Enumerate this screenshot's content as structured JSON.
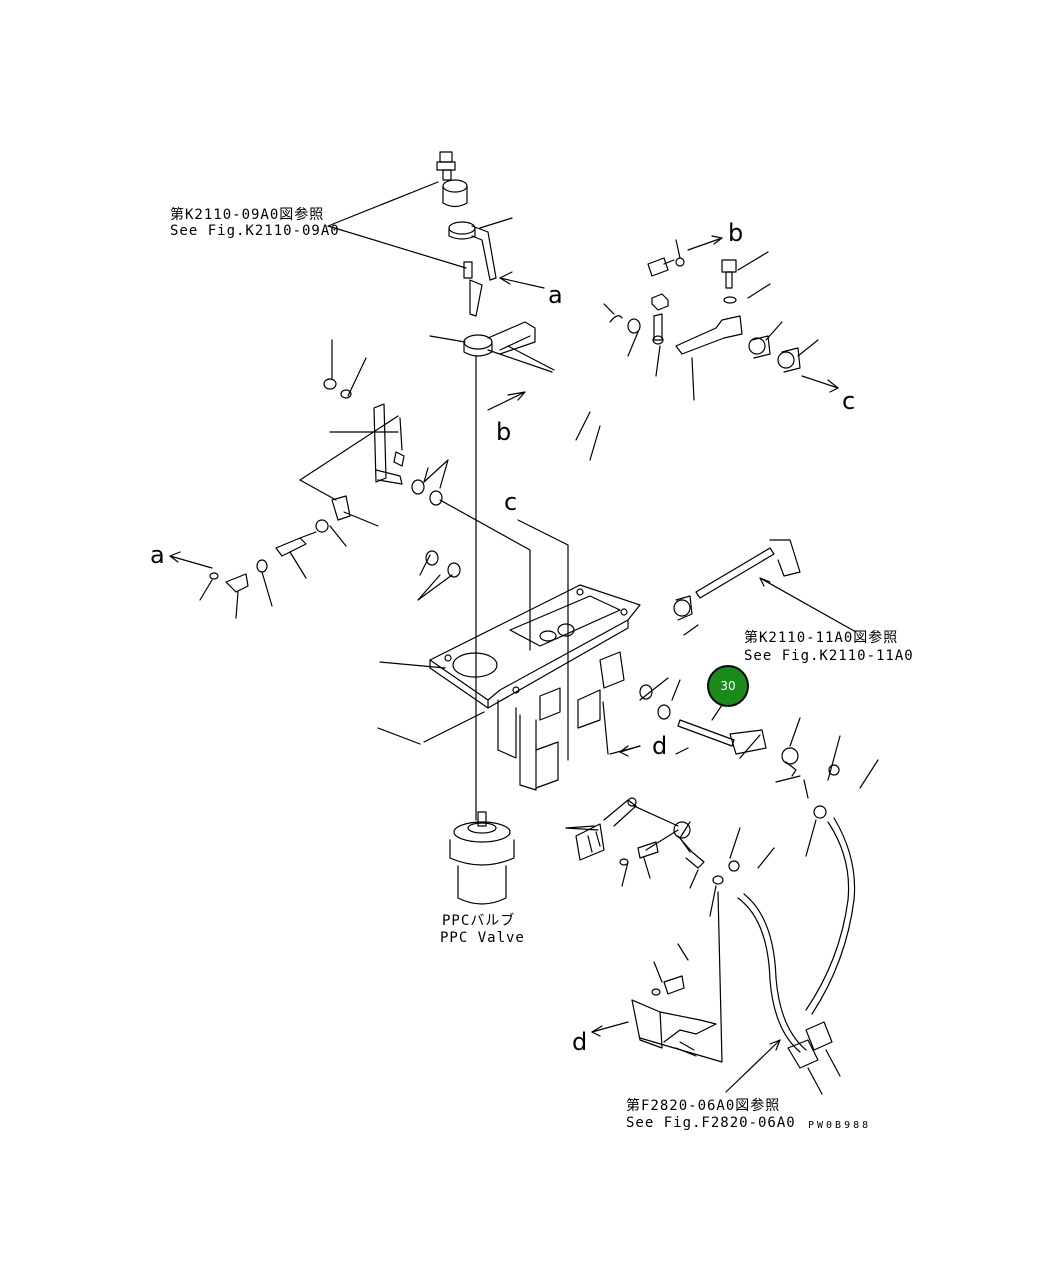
{
  "references": {
    "k2110_09a0": {
      "jp": "第K2110-09A0図参照",
      "en": "See Fig.K2110-09A0"
    },
    "k2110_11a0": {
      "jp": "第K2110-11A0図参照",
      "en": "See Fig.K2110-11A0"
    },
    "f2820_06a0": {
      "jp": "第F2820-06A0図参照",
      "en": "See Fig.F2820-06A0"
    }
  },
  "ppc_valve": {
    "jp": "PPCバルブ",
    "en": "PPC Valve"
  },
  "detail_letters": {
    "a": "a",
    "b": "b",
    "c": "c",
    "d": "d"
  },
  "drawing_code": "PW0B988",
  "callout": {
    "number": "30",
    "color": "#1a8a1a"
  }
}
